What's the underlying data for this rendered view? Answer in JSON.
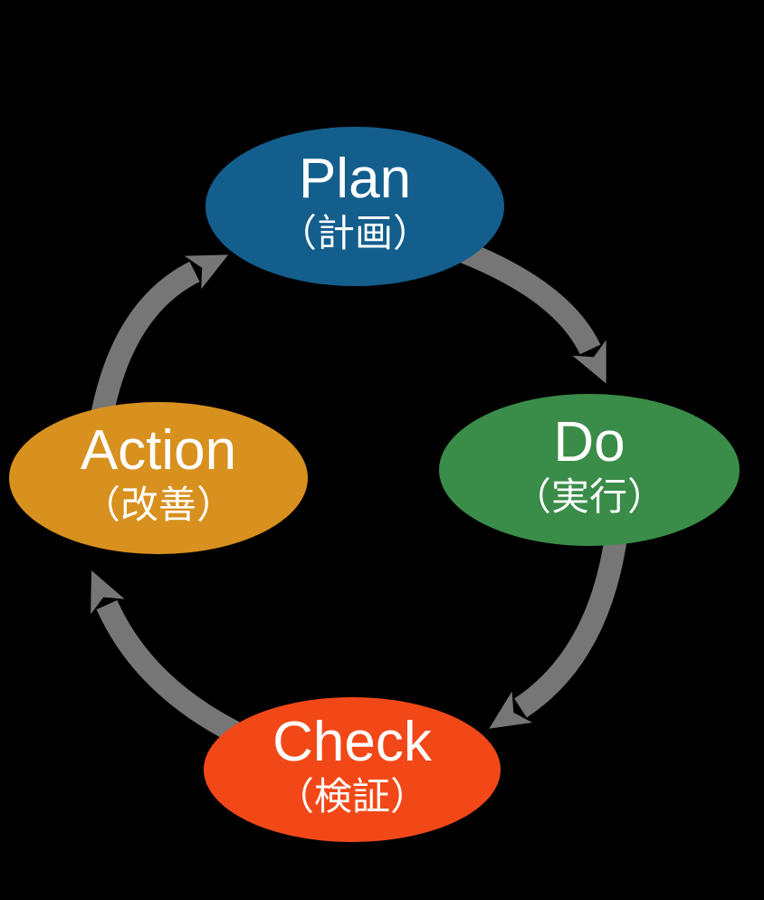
{
  "diagram": {
    "background_color": "#000000",
    "arrow_color": "#767676",
    "text_color": "#ffffff",
    "nodes": [
      {
        "id": "plan",
        "label": "Plan",
        "sublabel": "（計画）",
        "color": "#135e8d"
      },
      {
        "id": "do",
        "label": "Do",
        "sublabel": "（実行）",
        "color": "#3a8c49"
      },
      {
        "id": "check",
        "label": "Check",
        "sublabel": "（検証）",
        "color": "#f24818"
      },
      {
        "id": "action",
        "label": "Action",
        "sublabel": "（改善）",
        "color": "#d8901f"
      }
    ],
    "arrows": [
      {
        "from": "plan",
        "to": "do"
      },
      {
        "from": "do",
        "to": "check"
      },
      {
        "from": "check",
        "to": "action"
      },
      {
        "from": "action",
        "to": "plan"
      }
    ]
  }
}
